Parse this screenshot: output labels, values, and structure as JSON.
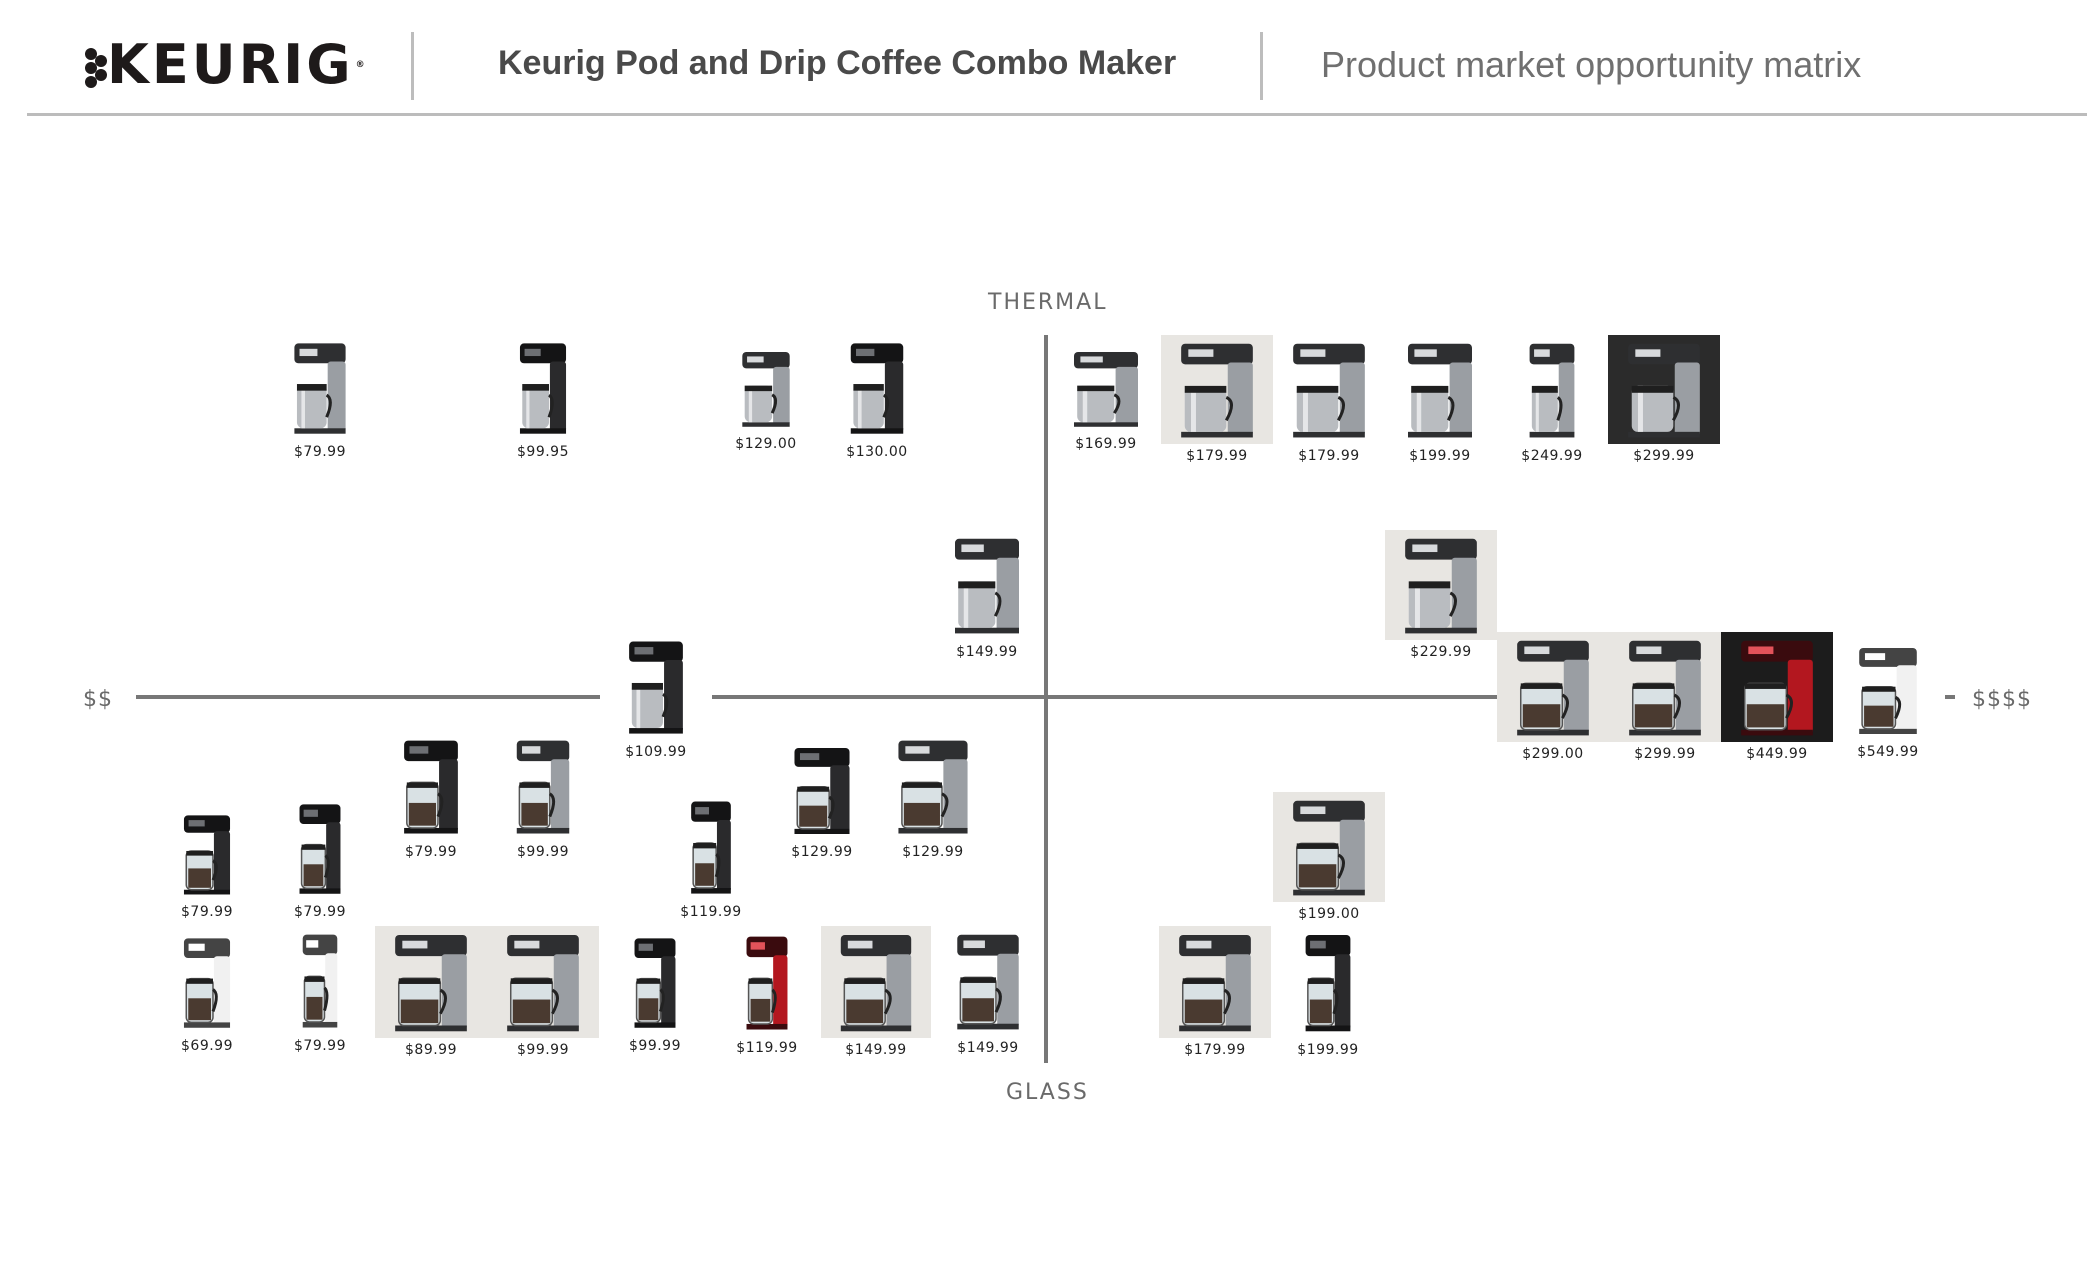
{
  "header": {
    "logo_text": "KEURIG",
    "title": "Keurig Pod and Drip Coffee Combo Maker",
    "subtitle": "Product market opportunity matrix"
  },
  "axes": {
    "top": "THERMAL",
    "bottom": "GLASS",
    "left": "$$",
    "right": "$$$$"
  },
  "products": [
    {
      "price": "$79.99",
      "carafe": "thermal",
      "tone": "steel"
    },
    {
      "price": "$99.95",
      "carafe": "thermal",
      "tone": "black"
    },
    {
      "price": "$129.00",
      "carafe": "thermal",
      "tone": "steel"
    },
    {
      "price": "$130.00",
      "carafe": "thermal",
      "tone": "black"
    },
    {
      "price": "$169.99",
      "carafe": "thermal",
      "tone": "steel"
    },
    {
      "price": "$179.99",
      "carafe": "thermal",
      "tone": "steel"
    },
    {
      "price": "$179.99",
      "carafe": "thermal",
      "tone": "steel"
    },
    {
      "price": "$199.99",
      "carafe": "thermal",
      "tone": "steel"
    },
    {
      "price": "$249.99",
      "carafe": "thermal",
      "tone": "steel"
    },
    {
      "price": "$299.99",
      "carafe": "thermal",
      "tone": "dark-bg"
    },
    {
      "price": "$149.99",
      "carafe": "thermal",
      "tone": "steel"
    },
    {
      "price": "$229.99",
      "carafe": "thermal",
      "tone": "steel"
    },
    {
      "price": "$109.99",
      "carafe": "thermal",
      "tone": "black"
    },
    {
      "price": "$299.00",
      "carafe": "glass",
      "tone": "steel"
    },
    {
      "price": "$299.99",
      "carafe": "glass",
      "tone": "steel"
    },
    {
      "price": "$449.99",
      "carafe": "glass",
      "tone": "red"
    },
    {
      "price": "$549.99",
      "carafe": "glass",
      "tone": "white"
    },
    {
      "price": "$79.99",
      "carafe": "glass",
      "tone": "black"
    },
    {
      "price": "$99.99",
      "carafe": "glass",
      "tone": "steel"
    },
    {
      "price": "$129.99",
      "carafe": "glass",
      "tone": "black"
    },
    {
      "price": "$129.99",
      "carafe": "glass",
      "tone": "steel"
    },
    {
      "price": "$199.00",
      "carafe": "glass",
      "tone": "steel"
    },
    {
      "price": "$79.99",
      "carafe": "glass",
      "tone": "black"
    },
    {
      "price": "$79.99",
      "carafe": "glass",
      "tone": "black"
    },
    {
      "price": "$119.99",
      "carafe": "glass",
      "tone": "black"
    },
    {
      "price": "$69.99",
      "carafe": "glass",
      "tone": "white"
    },
    {
      "price": "$79.99",
      "carafe": "glass",
      "tone": "white"
    },
    {
      "price": "$89.99",
      "carafe": "glass",
      "tone": "steel"
    },
    {
      "price": "$99.99",
      "carafe": "glass",
      "tone": "steel"
    },
    {
      "price": "$99.99",
      "carafe": "glass",
      "tone": "black"
    },
    {
      "price": "$119.99",
      "carafe": "glass",
      "tone": "red"
    },
    {
      "price": "$149.99",
      "carafe": "glass",
      "tone": "steel"
    },
    {
      "price": "$149.99",
      "carafe": "glass",
      "tone": "steel"
    },
    {
      "price": "$179.99",
      "carafe": "glass",
      "tone": "steel"
    },
    {
      "price": "$199.99",
      "carafe": "glass",
      "tone": "black"
    }
  ],
  "colors": {
    "axis": "#777777",
    "rule": "#bcbcbc",
    "title": "#4a4a4a",
    "subtitle": "#707070"
  }
}
